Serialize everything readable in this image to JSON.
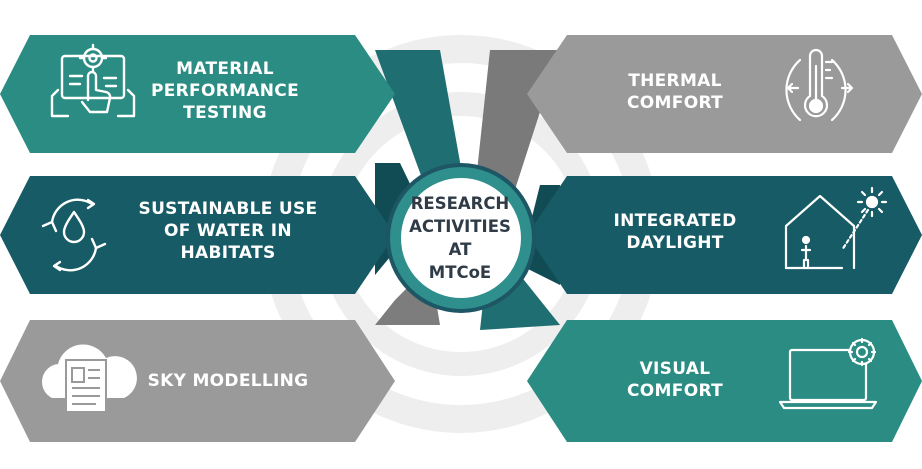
{
  "center": {
    "lines": [
      "RESEARCH",
      "ACTIVITIES",
      "AT",
      "MTCoE"
    ]
  },
  "panels": {
    "material_performance_testing": {
      "lines": [
        "MATERIAL",
        "PERFORMANCE",
        "TESTING"
      ],
      "icon": "hand-touch-gear-icon"
    },
    "sustainable_use_of_water": {
      "lines": [
        "SUSTAINABLE USE",
        "OF WATER IN",
        "HABITATS"
      ],
      "icon": "water-drop-cycle-icon"
    },
    "sky_modelling": {
      "lines": [
        "SKY MODELLING"
      ],
      "icon": "cloud-document-icon"
    },
    "thermal_comfort": {
      "lines": [
        "THERMAL",
        "COMFORT"
      ],
      "icon": "thermometer-icon"
    },
    "integrated_daylight": {
      "lines": [
        "INTEGRATED",
        "DAYLIGHT"
      ],
      "icon": "house-sun-icon"
    },
    "visual_comfort": {
      "lines": [
        "VISUAL",
        "COMFORT"
      ],
      "icon": "laptop-sun-icon"
    }
  },
  "colors": {
    "teal": "#2a8c82",
    "dark_teal": "#165b65",
    "gray": "#9a9a9a",
    "ring_outer": "#2f8f8c",
    "ring_inner": "#1d5664",
    "center_text": "#2f3b46"
  }
}
